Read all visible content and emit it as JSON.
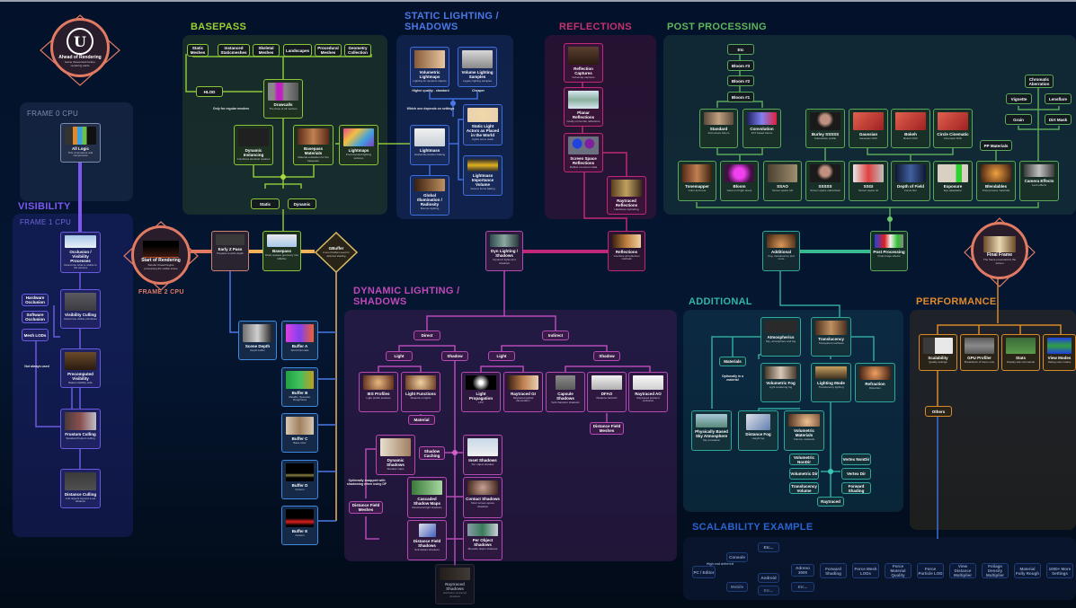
{
  "title": "Unreal Engine Rendering Pipeline Overview",
  "colors": {
    "visibility": "#6a4fe0",
    "basepass": "#7fbf2a",
    "static_lighting": "#3d6fdc",
    "reflections": "#c0287a",
    "post_processing": "#5aa85a",
    "dynamic_lighting": "#b64ab4",
    "additional": "#2fa89c",
    "performance": "#d98a2b",
    "scalability": "#2a5fc0",
    "main_node": "#e07a62"
  },
  "regions": {
    "frame0": "FRAME 0 CPU",
    "visibility": "VISIBILITY",
    "frame1": "FRAME 1 CPU",
    "frame2": "FRAME 2 CPU",
    "basepass": "BASEPASS",
    "static_lighting": "STATIC LIGHTING /\nSHADOWS",
    "reflections": "REFLECTIONS",
    "post_processing": "POST PROCESSING",
    "dynamic_lighting": "DYNAMIC LIGHTING /\nSHADOWS",
    "additional": "ADDITIONAL",
    "performance": "PERFORMANCE",
    "scalability": "SCALABILITY EXAMPLE"
  },
  "main_flow": {
    "ahead": {
      "label": "Ahead of Rendering",
      "icon": "unreal-logo-icon",
      "desc": "Game thread work before rendering starts"
    },
    "all_logic": {
      "label": "All Logic",
      "desc": "Tick of all actors and components"
    },
    "occlusion": {
      "label": "Occlusion / Visibility Processes",
      "desc": "Determine what is visible to the camera"
    },
    "start_rendering": {
      "label": "Start of Rendering",
      "desc": "Render thread begins processing the visible scene"
    },
    "early_z": {
      "label": "Early Z Pass",
      "desc": "Prepass to write depth"
    },
    "basepass": {
      "label": "Basepass",
      "desc": "Draw opaque geometry into GBuffer"
    },
    "gbuffer": {
      "label": "GBuffer",
      "desc": "A set of buffers used for deferred shading"
    },
    "dyn_lighting": {
      "label": "Dyn Lighting / Shadows",
      "desc": "Dynamic lights and shadows"
    },
    "reflections": {
      "label": "Reflections",
      "desc": "Combine all reflection methods"
    },
    "additional": {
      "label": "Additional",
      "desc": "Fog, translucency and more"
    },
    "post_processing": {
      "label": "Post Processing",
      "desc": "Final image effects"
    },
    "final_frame": {
      "label": "Final Frame",
      "desc": "The frame presented to the screen"
    }
  },
  "visibility": {
    "nodes": [
      {
        "label": "Visibility Culling",
        "desc": "Determine visible primitives"
      },
      {
        "label": "Precomputed Visibility",
        "desc": "Baked visibility cells"
      },
      {
        "label": "Frustum Culling",
        "desc": "Standard frustum culling"
      },
      {
        "label": "Distance Culling",
        "desc": "Cull objects beyond a set distance"
      }
    ],
    "tags": [
      "Hardware Occlusion",
      "Software Occlusion",
      "Mesh LODs"
    ],
    "note": "Not always used"
  },
  "basepass_section": {
    "sources": [
      "Static Meshes",
      "Instanced Staticmeshes",
      "Skeletal Meshes",
      "Landscapes",
      "Procedural Meshes",
      "Geometry Collection"
    ],
    "hlod": "HLOD",
    "drawcalls": {
      "label": "Drawcalls",
      "desc": "The draw of all meshes"
    },
    "note": "Only for regular meshes",
    "dynamic_instancing": {
      "label": "Dynamic Instancing",
      "desc": "Combines identical meshes"
    },
    "basepass_materials": {
      "label": "Basepass Materials",
      "desc": "Material evaluation for the basepass"
    },
    "lightmaps": {
      "label": "Lightmaps",
      "desc": "Precomputed lighting textures"
    },
    "static": "Static",
    "dynamic": "Dynamic"
  },
  "static_lighting_section": {
    "nodes": [
      {
        "label": "Volumetric Lightmaps",
        "desc": "Lighting for dynamic objects"
      },
      {
        "label": "Volume Lighting Samples",
        "desc": "Legacy lighting samples"
      },
      {
        "label": "Lightmass",
        "desc": "Global illumination baking"
      },
      {
        "label": "Static Light Actors as Placed in the World",
        "desc": "Lights set to static"
      },
      {
        "label": "Lightmass Importance Volume",
        "desc": "Area to focus baking"
      },
      {
        "label": "Global Illumination / Radiosity",
        "desc": "Bounce lighting"
      }
    ],
    "notes": [
      "Higher quality - standard",
      "Cheaper",
      "Which one depends on settings"
    ]
  },
  "reflections_section": {
    "nodes": [
      {
        "label": "Reflection Captures",
        "desc": "Cubemap captures"
      },
      {
        "label": "Planar Reflections",
        "desc": "Costly mirror-like reflections"
      },
      {
        "label": "Screen Space Reflections",
        "desc": "Reflect on-screen data"
      },
      {
        "label": "Raytraced Reflections",
        "desc": "Hardware raytracing"
      }
    ]
  },
  "post_section": {
    "chain": [
      "Etc",
      "Bloom #3",
      "Bloom #2",
      "Bloom #1"
    ],
    "upper": [
      {
        "label": "Standard",
        "desc": "Full screen bloom"
      },
      {
        "label": "Convolution",
        "desc": "FFT based bloom"
      },
      {
        "label": "Burley SSSSS",
        "desc": "Subsurface profile"
      },
      {
        "label": "Gaussian",
        "desc": "Gaussian DOF"
      },
      {
        "label": "Bokeh",
        "desc": "Bokeh DOF"
      },
      {
        "label": "Circle Cinematic",
        "desc": "Cinematic DOF"
      }
    ],
    "effects": [
      "Chromatic Aberration",
      "Vignette",
      "Lensflare",
      "Grain",
      "Dirt Mask",
      "PP Materials"
    ],
    "lower": [
      {
        "label": "Tonemapper",
        "desc": "Color and tone"
      },
      {
        "label": "Bloom",
        "desc": "Glow on bright areas"
      },
      {
        "label": "SSAO",
        "desc": "Screen space AO"
      },
      {
        "label": "SSSSS",
        "desc": "Screen space subsurface"
      },
      {
        "label": "SSGI",
        "desc": "Screen space GI"
      },
      {
        "label": "Depth of Field",
        "desc": "Focus blur"
      },
      {
        "label": "Exposure",
        "desc": "Eye adaptation"
      },
      {
        "label": "Blendables",
        "desc": "Post process materials"
      },
      {
        "label": "Camera Effects",
        "desc": "Lens effects"
      }
    ]
  },
  "dynamic_section": {
    "branches": [
      "Direct",
      "Indirect",
      "Light",
      "Shadow",
      "Light",
      "Shadow"
    ],
    "nodes": [
      {
        "label": "IES Profiles",
        "desc": "Light profile textures"
      },
      {
        "label": "Light Functions",
        "desc": "Material on lights"
      },
      {
        "label": "Light Propagation",
        "desc": "LPV"
      },
      {
        "label": "Raytraced GI",
        "desc": "Raytraced global illumination"
      },
      {
        "label": "Capsule Shadows",
        "desc": "Soft character shadows"
      },
      {
        "label": "DFAO",
        "desc": "Distance field AO"
      },
      {
        "label": "Raytraced AO",
        "desc": "Raytraced ambient occlusion"
      },
      {
        "label": "Dynamic Shadows",
        "desc": "Shadow maps"
      },
      {
        "label": "Inset Shadows",
        "desc": "Per object shadow"
      },
      {
        "label": "Cascaded Shadow Maps",
        "desc": "Directional light shadows"
      },
      {
        "label": "Contact Shadows",
        "desc": "Short screen-space shadows"
      },
      {
        "label": "Distance Field Shadows",
        "desc": "Soft distant shadows"
      },
      {
        "label": "Per Object Shadows",
        "desc": "Movable object shadows"
      },
      {
        "label": "Raytraced Shadows",
        "desc": "Hardware raytraced shadows"
      }
    ],
    "tags": [
      "Material",
      "Shadow Caching",
      "Distance Field Meshes",
      "Distance Field Meshes"
    ],
    "note": "Optionally swapped with shadowing when using DF"
  },
  "gbuffer_section": {
    "nodes": [
      {
        "label": "Scene Depth",
        "desc": "Depth buffer"
      },
      {
        "label": "Buffer A",
        "desc": "World Normals"
      },
      {
        "label": "Buffer B",
        "desc": "Metallic, Specular, Roughness"
      },
      {
        "label": "Buffer C",
        "desc": "Base color"
      },
      {
        "label": "Buffer D",
        "desc": "Custom"
      },
      {
        "label": "Buffer E",
        "desc": "Custom"
      }
    ]
  },
  "additional_section": {
    "nodes": [
      {
        "label": "Atmospherics",
        "desc": "Sky, atmosphere and fog"
      },
      {
        "label": "Translucency",
        "desc": "Transparent surfaces"
      },
      {
        "label": "Volumetric Fog",
        "desc": "Light scattering fog"
      },
      {
        "label": "Lighting Mode",
        "desc": "Translucency lighting"
      },
      {
        "label": "Refraction",
        "desc": "Distortion"
      },
      {
        "label": "Physically Based Sky Atmosphere",
        "desc": "Sky simulation"
      },
      {
        "label": "Distance Fog",
        "desc": "Height fog"
      },
      {
        "label": "Volumetric Materials",
        "desc": "Volume materials"
      }
    ],
    "tags": [
      "Materials",
      "Volumetric NonDir",
      "Volumetric Dir",
      "Translucency Volume",
      "Vertex NonDir",
      "Vertex Dir",
      "Forward Shading",
      "Raytraced"
    ],
    "note": "Optionally in a material"
  },
  "performance_section": {
    "nodes": [
      {
        "label": "Scalability",
        "desc": "Quality settings"
      },
      {
        "label": "GPU Profiler",
        "desc": "Breakdown of frame cost"
      },
      {
        "label": "Stats",
        "desc": "Display stat commands"
      },
      {
        "label": "View Modes",
        "desc": "Debug view modes"
      }
    ],
    "tag": "Others"
  },
  "scalability_section": {
    "tags": [
      "PC / Editor",
      "Console",
      "Etc...",
      "Mobile",
      "Android",
      "Adreno 3000",
      "Etc...",
      "Etc...",
      "Forward Shading",
      "Force Mesh LODs",
      "Force Material Quality",
      "Force Particle LOD",
      "View Distance Multiplier",
      "Foliage Density Multiplier",
      "Material Fully Rough",
      "1000+ More Settings"
    ],
    "note": "High end deferred"
  }
}
